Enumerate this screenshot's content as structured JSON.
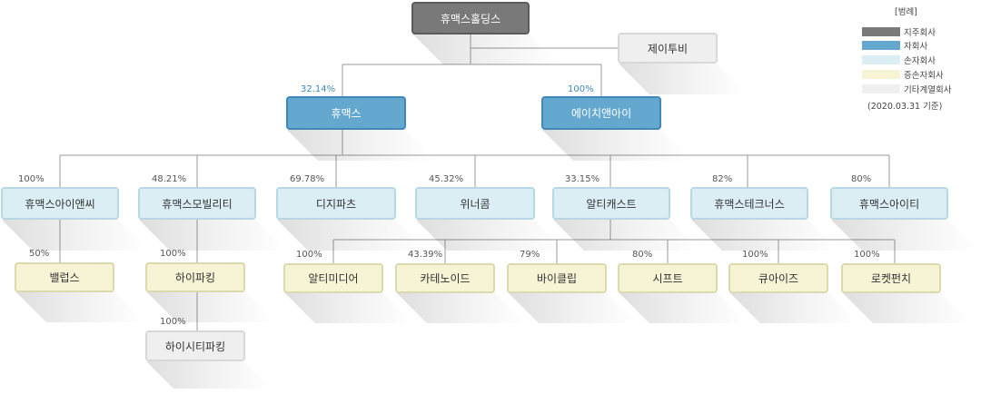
{
  "legend": {
    "title": "[범례]",
    "items": [
      {
        "label": "지주회사",
        "color": "#797979"
      },
      {
        "label": "자회사",
        "color": "#64a8cf"
      },
      {
        "label": "손자회사",
        "color": "#dbeef4"
      },
      {
        "label": "증손자회사",
        "color": "#f6f4d4"
      },
      {
        "label": "기타계열회사",
        "color": "#f0eff0"
      }
    ],
    "date": "(2020.03.31 기준)"
  },
  "companies": {
    "holding": "휴맥스홀딩스",
    "jeitubi": "제이투비",
    "humax": "휴맥스",
    "hchi": "에이치앤아이",
    "humax_ansi": "휴맥스아이앤씨",
    "humax_mobility": "휴맥스모빌리티",
    "digiparts": "디지파츠",
    "winercom": "위너콤",
    "altikast": "알티캐스트",
    "humax_technus": "휴맥스테크너스",
    "humax_it": "휴맥스아이티",
    "bellups": "밸럽스",
    "hiparking": "하이파킹",
    "hicityparking": "하이시티파킹",
    "altimedia": "알티미디어",
    "catenoid": "카테노이드",
    "byclip": "바이클립",
    "sift": "시프트",
    "cueize": "큐아이즈",
    "rocketpunch": "로켓펀치"
  },
  "stakes": {
    "humax": "32.14%",
    "hchi": "100%",
    "humax_ansi": "100%",
    "humax_mobility": "48.21%",
    "digiparts": "69.78%",
    "winercom": "45.32%",
    "altikast": "33.15%",
    "humax_technus": "82%",
    "humax_it": "80%",
    "bellups": "50%",
    "hiparking": "100%",
    "hicityparking": "100%",
    "altimedia": "100%",
    "catenoid": "43.39%",
    "byclip": "79%",
    "sift": "80%",
    "cueize": "100%",
    "rocketpunch": "100%"
  }
}
